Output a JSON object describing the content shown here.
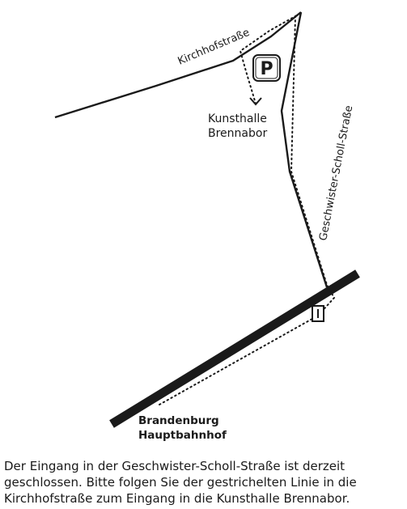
{
  "map": {
    "streets": {
      "kirchhofstrasse": "Kirchhofstraße",
      "geschwister_scholl_strasse": "Geschwister-Scholl-Straße"
    },
    "poi": {
      "kunsthalle_line1": "Kunsthalle",
      "kunsthalle_line2": "Brennabor"
    },
    "station": {
      "line1": "Brandenburg",
      "line2": "Hauptbahnhof"
    },
    "symbols": {
      "parking_letter": "P",
      "parking_icon": "parking-icon",
      "entrance_icon": "door-entrance-icon"
    },
    "colors": {
      "ink": "#1a1a1a",
      "background": "#ffffff"
    }
  },
  "caption": {
    "text": "Der Eingang in der Geschwister-Scholl-Straße ist derzeit geschlossen. Bitte folgen Sie der gestrichelten Linie in die Kirchhofstraße zum Eingang in die Kunsthalle Brennabor."
  }
}
